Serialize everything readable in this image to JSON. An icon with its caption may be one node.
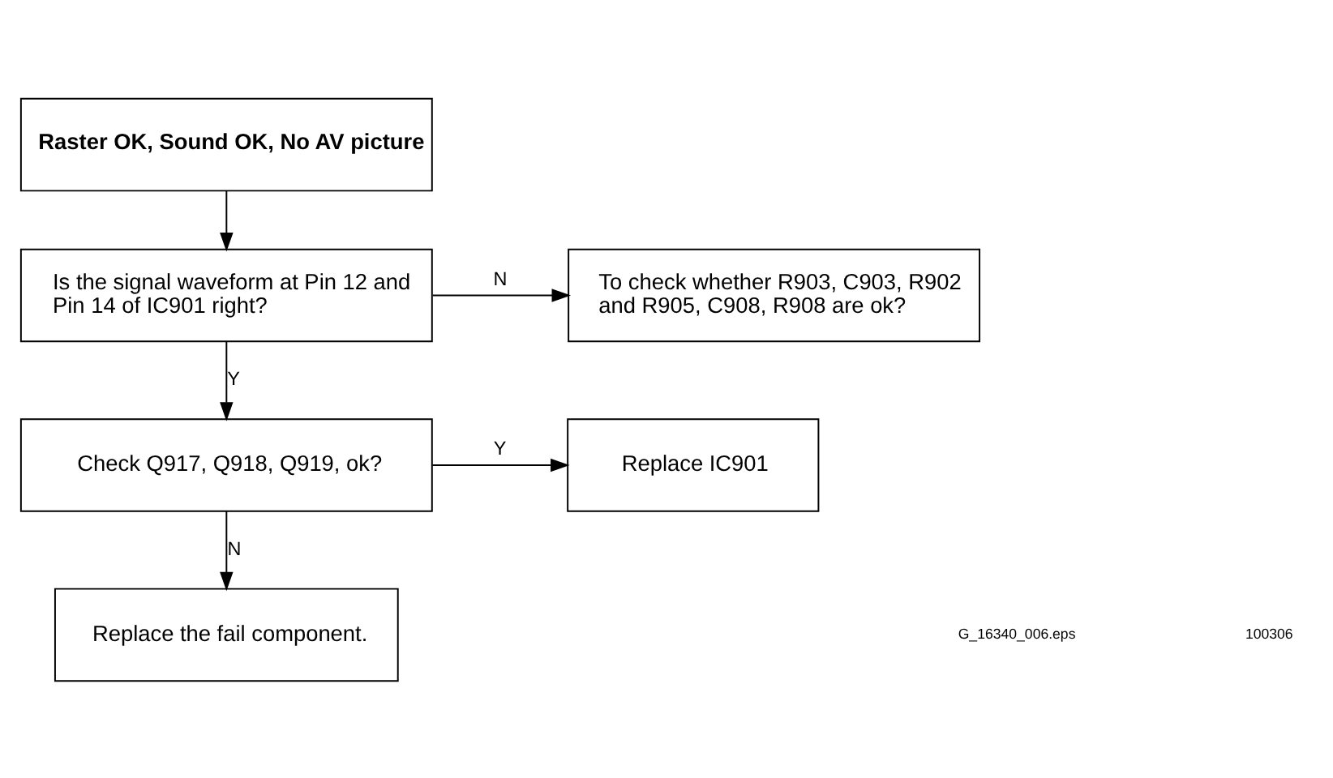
{
  "diagram": {
    "nodes": [
      {
        "text": [
          "Raster OK, Sound OK, No AV picture"
        ]
      },
      {
        "text": [
          "Is the signal waveform at Pin 12 and Pin 14 of IC901 right?"
        ]
      },
      {
        "text": [
          "To check whether R903, C903, R902 and R905, C908, R908 are ok?"
        ]
      },
      {
        "text": [
          "Check Q917, Q918, Q919, ok?"
        ]
      },
      {
        "text": [
          "Replace IC901"
        ]
      },
      {
        "text": [
          "Replace the fail component."
        ]
      }
    ],
    "edges": [
      {
        "from": 0,
        "to": 1,
        "arrow": "to"
      },
      {
        "from": 1,
        "to": 2,
        "arrow": "to",
        "label": "N"
      },
      {
        "from": 1,
        "to": 3,
        "arrow": "to",
        "label": "Y"
      },
      {
        "from": 3,
        "to": 4,
        "arrow": "to",
        "label": "Y"
      },
      {
        "from": 3,
        "to": 5,
        "arrow": "to",
        "label": "N"
      }
    ],
    "labels": [
      "G_16340_006.eps",
      "100306"
    ]
  }
}
